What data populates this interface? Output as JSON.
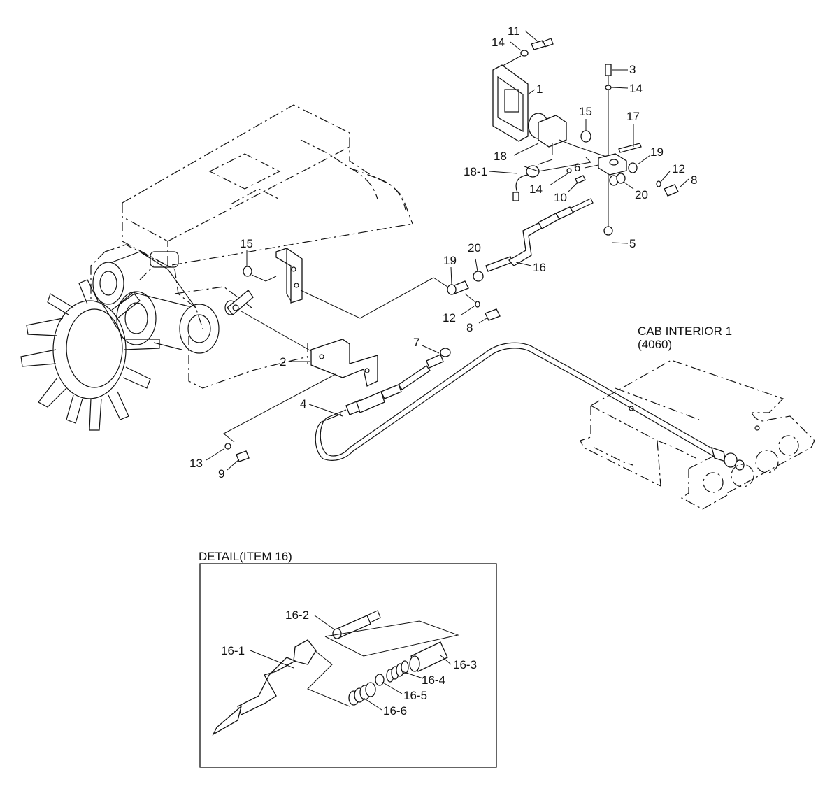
{
  "cab_note": {
    "line1": "CAB INTERIOR 1",
    "line2": "(4060)"
  },
  "detail": {
    "title": "DETAIL(ITEM 16)"
  },
  "callouts": {
    "c11": "11",
    "c14_top": "14",
    "c1": "1",
    "c3": "3",
    "c14_right": "14",
    "c15_top": "15",
    "c17": "17",
    "c18": "18",
    "c18_1": "18-1",
    "c6": "6",
    "c19_top": "19",
    "c12_top": "12",
    "c8_top": "8",
    "c14_mid": "14",
    "c10": "10",
    "c20_top": "20",
    "c5": "5",
    "c16": "16",
    "c15_mid": "15",
    "c20_mid": "20",
    "c19_mid": "19",
    "c12_mid": "12",
    "c8_mid": "8",
    "c2": "2",
    "c7": "7",
    "c4": "4",
    "c13": "13",
    "c9": "9",
    "d16_2": "16-2",
    "d16_1": "16-1",
    "d16_3": "16-3",
    "d16_4": "16-4",
    "d16_5": "16-5",
    "d16_6": "16-6"
  }
}
